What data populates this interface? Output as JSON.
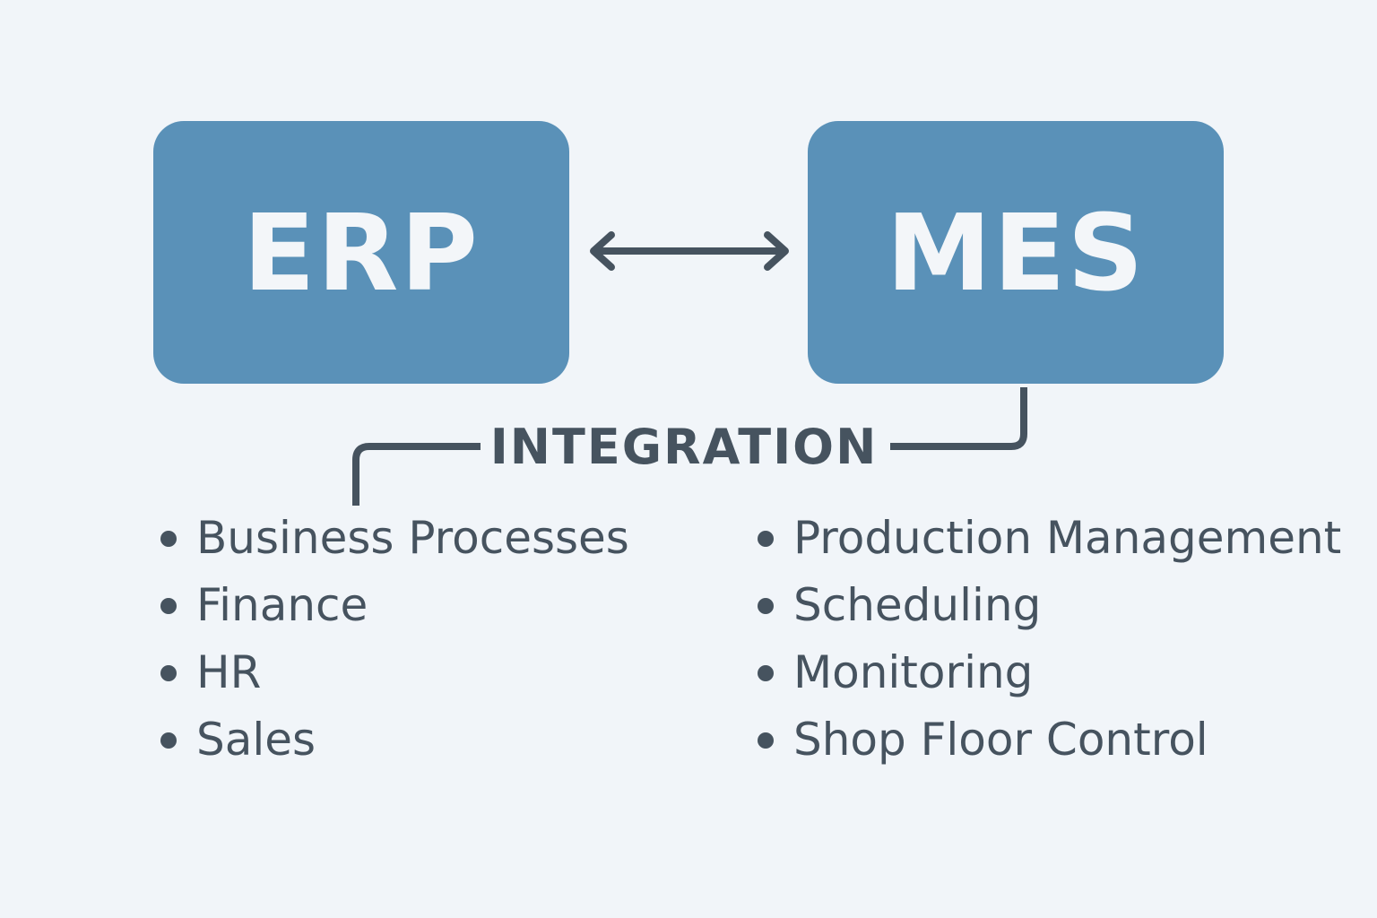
{
  "colors": {
    "background": "#f1f5f9",
    "box_fill": "#5a91b8",
    "box_text": "#f3f6f9",
    "ink": "#46535f"
  },
  "erp": {
    "label": "ERP",
    "items": [
      "Business Processes",
      "Finance",
      "HR",
      "Sales"
    ]
  },
  "mes": {
    "label": "MES",
    "items": [
      "Production Management",
      "Scheduling",
      "Monitoring",
      "Shop Floor Control"
    ]
  },
  "integration": {
    "label": "INTEGRATION"
  },
  "icons": {
    "connector_arrow": "double-headed-arrow-icon",
    "bullet": "bullet-dot-icon"
  }
}
